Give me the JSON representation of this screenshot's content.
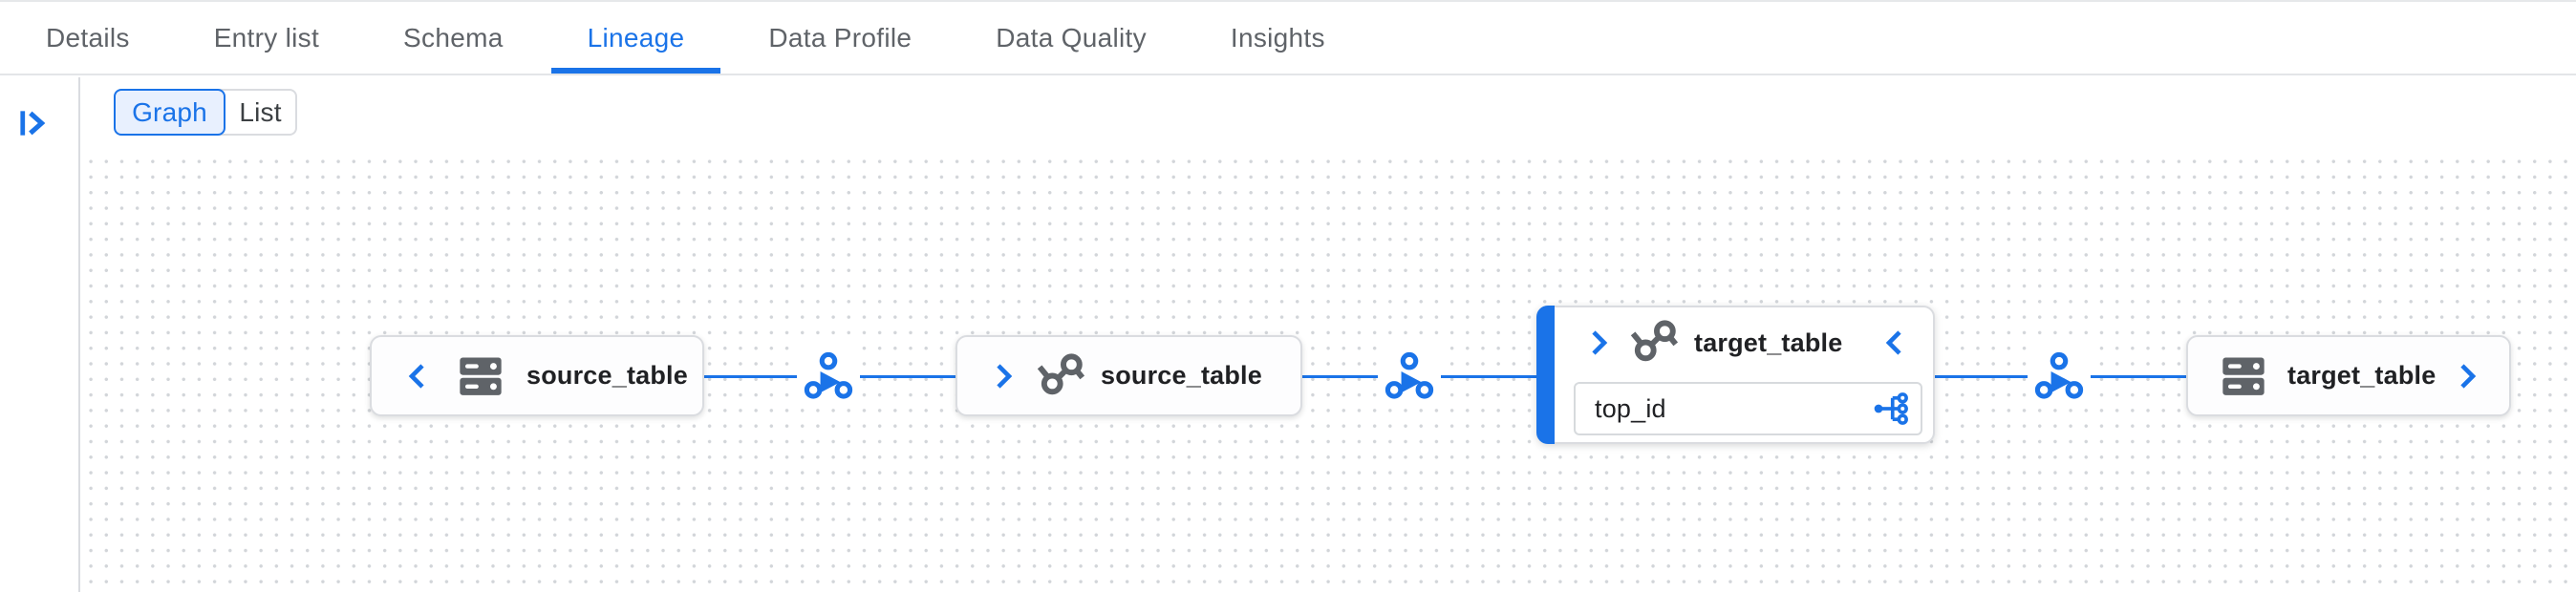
{
  "header_tabs": {
    "items": [
      {
        "label": "Details",
        "active": false
      },
      {
        "label": "Entry list",
        "active": false
      },
      {
        "label": "Schema",
        "active": false
      },
      {
        "label": "Lineage",
        "active": true
      },
      {
        "label": "Data Profile",
        "active": false
      },
      {
        "label": "Data Quality",
        "active": false
      },
      {
        "label": "Insights",
        "active": false
      }
    ]
  },
  "toolbar": {
    "view_toggle": {
      "graph_label": "Graph",
      "list_label": "List",
      "selected": "Graph"
    },
    "expand_icon": "panel-expand-icon"
  },
  "lineage_graph": {
    "background": "dotted-grid",
    "nodes": [
      {
        "label": "source_table",
        "entity_icon": "table-dns-icon",
        "control": "chevron-left-expand-upstream",
        "expanded": false,
        "selected": false
      },
      {
        "label": "source_table",
        "entity_icon": "graph-nodes-icon",
        "control": "chevron-right-collapse-upstream",
        "expanded": false,
        "selected": false
      },
      {
        "label": "target_table",
        "entity_icon": "graph-nodes-icon",
        "controls": [
          "chevron-right",
          "chevron-left"
        ],
        "expanded": true,
        "selected": true,
        "fields": [
          {
            "name": "top_id",
            "action_icon": "schema-lineage-icon"
          }
        ]
      },
      {
        "label": "target_table",
        "entity_icon": "table-dns-icon",
        "control": "chevron-right-expand-downstream",
        "expanded": false,
        "selected": false
      }
    ],
    "edges": [
      {
        "from": 0,
        "to": 1,
        "icon": "process-job-icon"
      },
      {
        "from": 1,
        "to": 2,
        "icon": "process-job-icon"
      },
      {
        "from": 2,
        "to": 3,
        "icon": "process-job-icon"
      }
    ],
    "colors": {
      "accent_blue": "#1a73e8",
      "edge_blue": "#1a73e8",
      "node_border": "#dadce0",
      "icon_gray": "#5f6368",
      "text_dark": "#202124",
      "dot_gray": "#d2d5d9",
      "toggle_selected_bg": "#e8f0fe",
      "inactive_tab_text": "#5f6368"
    }
  }
}
